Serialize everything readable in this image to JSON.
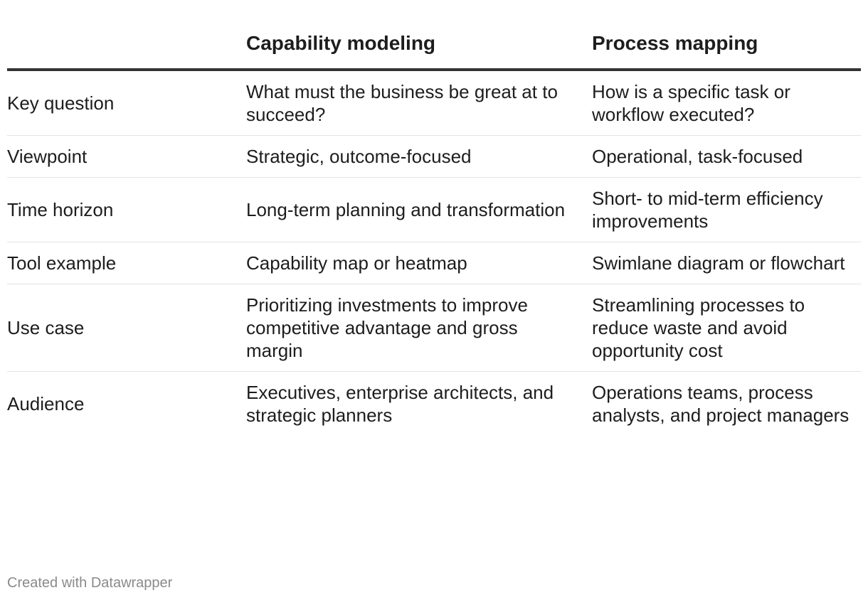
{
  "chart_data": {
    "type": "table",
    "columns": [
      "",
      "Capability modeling",
      "Process mapping"
    ],
    "rows": [
      [
        "Key question",
        "What must the business be great at to succeed?",
        "How is a specific task or workflow executed?"
      ],
      [
        "Viewpoint",
        "Strategic, outcome-focused",
        "Operational, task-focused"
      ],
      [
        "Time horizon",
        "Long-term planning and transformation",
        "Short- to mid-term efficiency improvements"
      ],
      [
        "Tool example",
        "Capability map or heatmap",
        "Swimlane diagram or flowchart"
      ],
      [
        "Use case",
        "Prioritizing investments to improve competitive advantage and gross margin",
        "Streamlining processes to reduce waste and avoid opportunity cost"
      ],
      [
        "Audience",
        "Executives, enterprise architects, and strategic planners",
        "Operations teams, process analysts, and project managers"
      ]
    ]
  },
  "footer": {
    "credit": "Created with Datawrapper"
  },
  "colors": {
    "text": "#1d1d1d",
    "header_rule": "#333333",
    "row_rule": "#e4e4e4",
    "footer_text": "#8a8a8a"
  }
}
